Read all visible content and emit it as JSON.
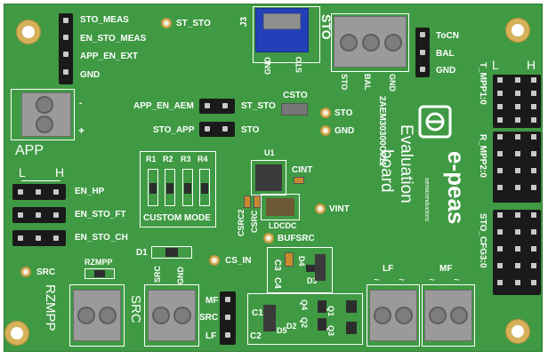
{
  "board": {
    "top_left_header": [
      "STO_MEAS",
      "EN_STO_MEAS",
      "APP_EN_EXT",
      "GND"
    ],
    "st_sto_pad": "ST_STO",
    "j3": "J3",
    "j3_pins": [
      "GND",
      "STO"
    ],
    "sto_title": "STO",
    "sto_block_pins": [
      "STO",
      "BAL",
      "GND"
    ],
    "right_header": [
      "ToCN",
      "BAL",
      "GND"
    ],
    "app_title": "APP",
    "app_minus": "-",
    "app_plus": "+",
    "sto_jumpers": [
      {
        "left": "APP_EN_AEM",
        "right": "ST_STO"
      },
      {
        "left": "STO_APP",
        "right": "STO"
      }
    ],
    "csto": "CSTO",
    "sto_pad": "STO",
    "gnd_pad": "GND",
    "r_labels": [
      "R1",
      "R2",
      "R3",
      "R4"
    ],
    "custom_mode": "CUSTOM MODE",
    "u1": "U1",
    "cint": "CINT",
    "ldcdc": "LDCDC",
    "csrc": "CSRC",
    "csrc2": "CSRC2",
    "vint": "VINT",
    "bufsrc": "BUFSRC",
    "lh_left": {
      "L": "L",
      "H": "H"
    },
    "left_jumpers": [
      "EN_HP",
      "EN_STO_FT",
      "EN_STO_CH"
    ],
    "d1": "D1",
    "cs_in": "CS_IN",
    "src_pad": "SRC",
    "rzmpp_small": "RZMPP",
    "rzmpp_big": "RZMPP",
    "src_big": "SRC",
    "src_block_pins": [
      "SRC",
      "GND"
    ],
    "mf_header": [
      "MF",
      "SRC",
      "LF"
    ],
    "comps": [
      "C1",
      "C2",
      "C3",
      "C4",
      "D2",
      "D3",
      "D4",
      "D5",
      "Q1",
      "Q2",
      "Q3",
      "Q4"
    ],
    "lf": "LF",
    "mf": "MF",
    "tilde": "~",
    "evaluation": "Evaluation",
    "board_word": "board",
    "part_no": "2AEM30300C011",
    "brand": "e-peas",
    "brand_sub": "semiconductors",
    "lh_right": {
      "L": "L",
      "H": "H"
    },
    "right_groups": [
      "T_MPP1:0",
      "R_MPP2:0",
      "STO_CFG3:0"
    ]
  },
  "colors": {
    "pcb": "#3f9a43",
    "gold": "#d6b15a",
    "silk": "#ffffff",
    "header": "#1a1a1a",
    "terminal": "#9a9a9a",
    "blue": "#2440b8"
  }
}
